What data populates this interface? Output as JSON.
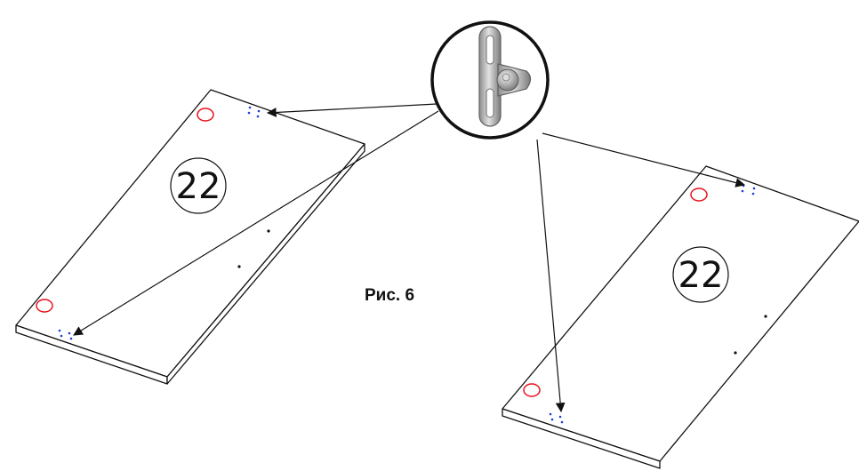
{
  "figure": {
    "caption": "Рис. 6",
    "part_number_left": "22",
    "part_number_right": "22"
  },
  "colors": {
    "line": "#111111",
    "marker_circle": "#e8141e",
    "screw_hole": "#1a3cd8",
    "detail_bg": "#ffffff"
  },
  "icons": {
    "hardware_detail": "hanging-bracket-icon",
    "arrow": "arrow-icon"
  }
}
